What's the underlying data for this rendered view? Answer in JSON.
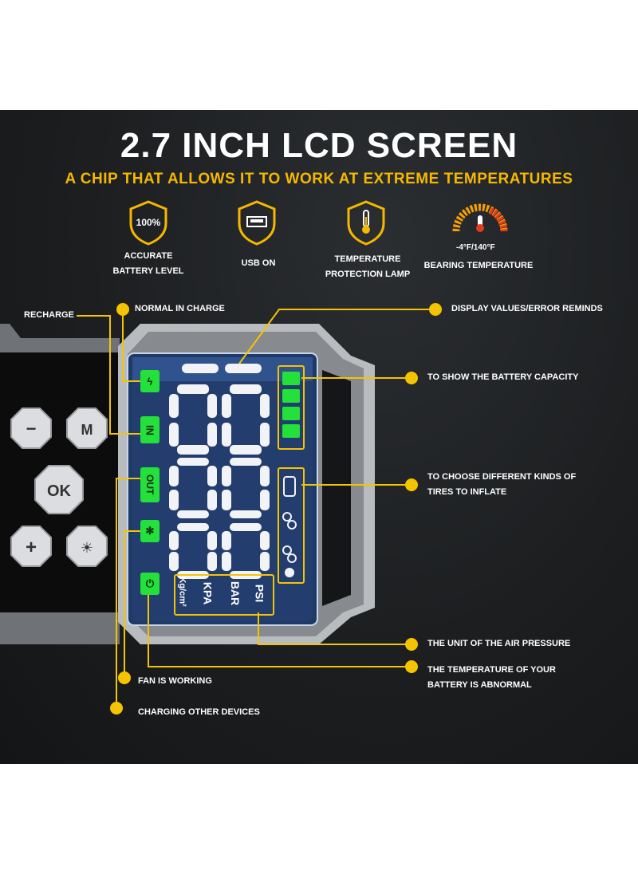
{
  "header": {
    "title": "2.7 INCH LCD SCREEN",
    "subtitle": "A CHIP THAT ALLOWS IT TO WORK AT EXTREME TEMPERATURES"
  },
  "features": [
    {
      "icon": "battery-level-icon",
      "line1": "ACCURATE",
      "line2": "BATTERY LEVEL",
      "icon_text": "100%"
    },
    {
      "icon": "usb-icon",
      "line1": "USB ON",
      "line2": ""
    },
    {
      "icon": "thermometer-icon",
      "line1": "TEMPERATURE",
      "line2": "PROTECTION LAMP"
    },
    {
      "icon": "temperature-gauge-icon",
      "line1": "BEARING TEMPERATURE",
      "gauge_text": "-4°F/140°F"
    }
  ],
  "callouts": {
    "recharge": "RECHARGE",
    "normal_in_charge": "NORMAL IN CHARGE",
    "display_values": "DISPLAY VALUES/ERROR REMINDS",
    "battery_capacity": "TO SHOW THE BATTERY CAPACITY",
    "tires_line1": "TO CHOOSE DIFFERENT KINDS OF",
    "tires_line2": "TIRES TO INFLATE",
    "air_pressure": "THE UNIT OF THE AIR PRESSURE",
    "temp_line1": "THE TEMPERATURE OF YOUR",
    "temp_line2": "BATTERY IS ABNORMAL",
    "fan": "FAN IS WORKING",
    "charging_other": "CHARGING OTHER DEVICES"
  },
  "buttons": {
    "minus": "−",
    "mode": "M",
    "ok": "OK",
    "plus": "+",
    "light": "☀"
  },
  "lcd": {
    "ind_in": "IN",
    "ind_out": "OUT",
    "units": [
      "PSI",
      "BAR",
      "KPA",
      "Kg/cm²"
    ]
  },
  "colors": {
    "accent": "#f5c400",
    "lcd_green": "#23e03a",
    "panel": "#1c1e20"
  }
}
